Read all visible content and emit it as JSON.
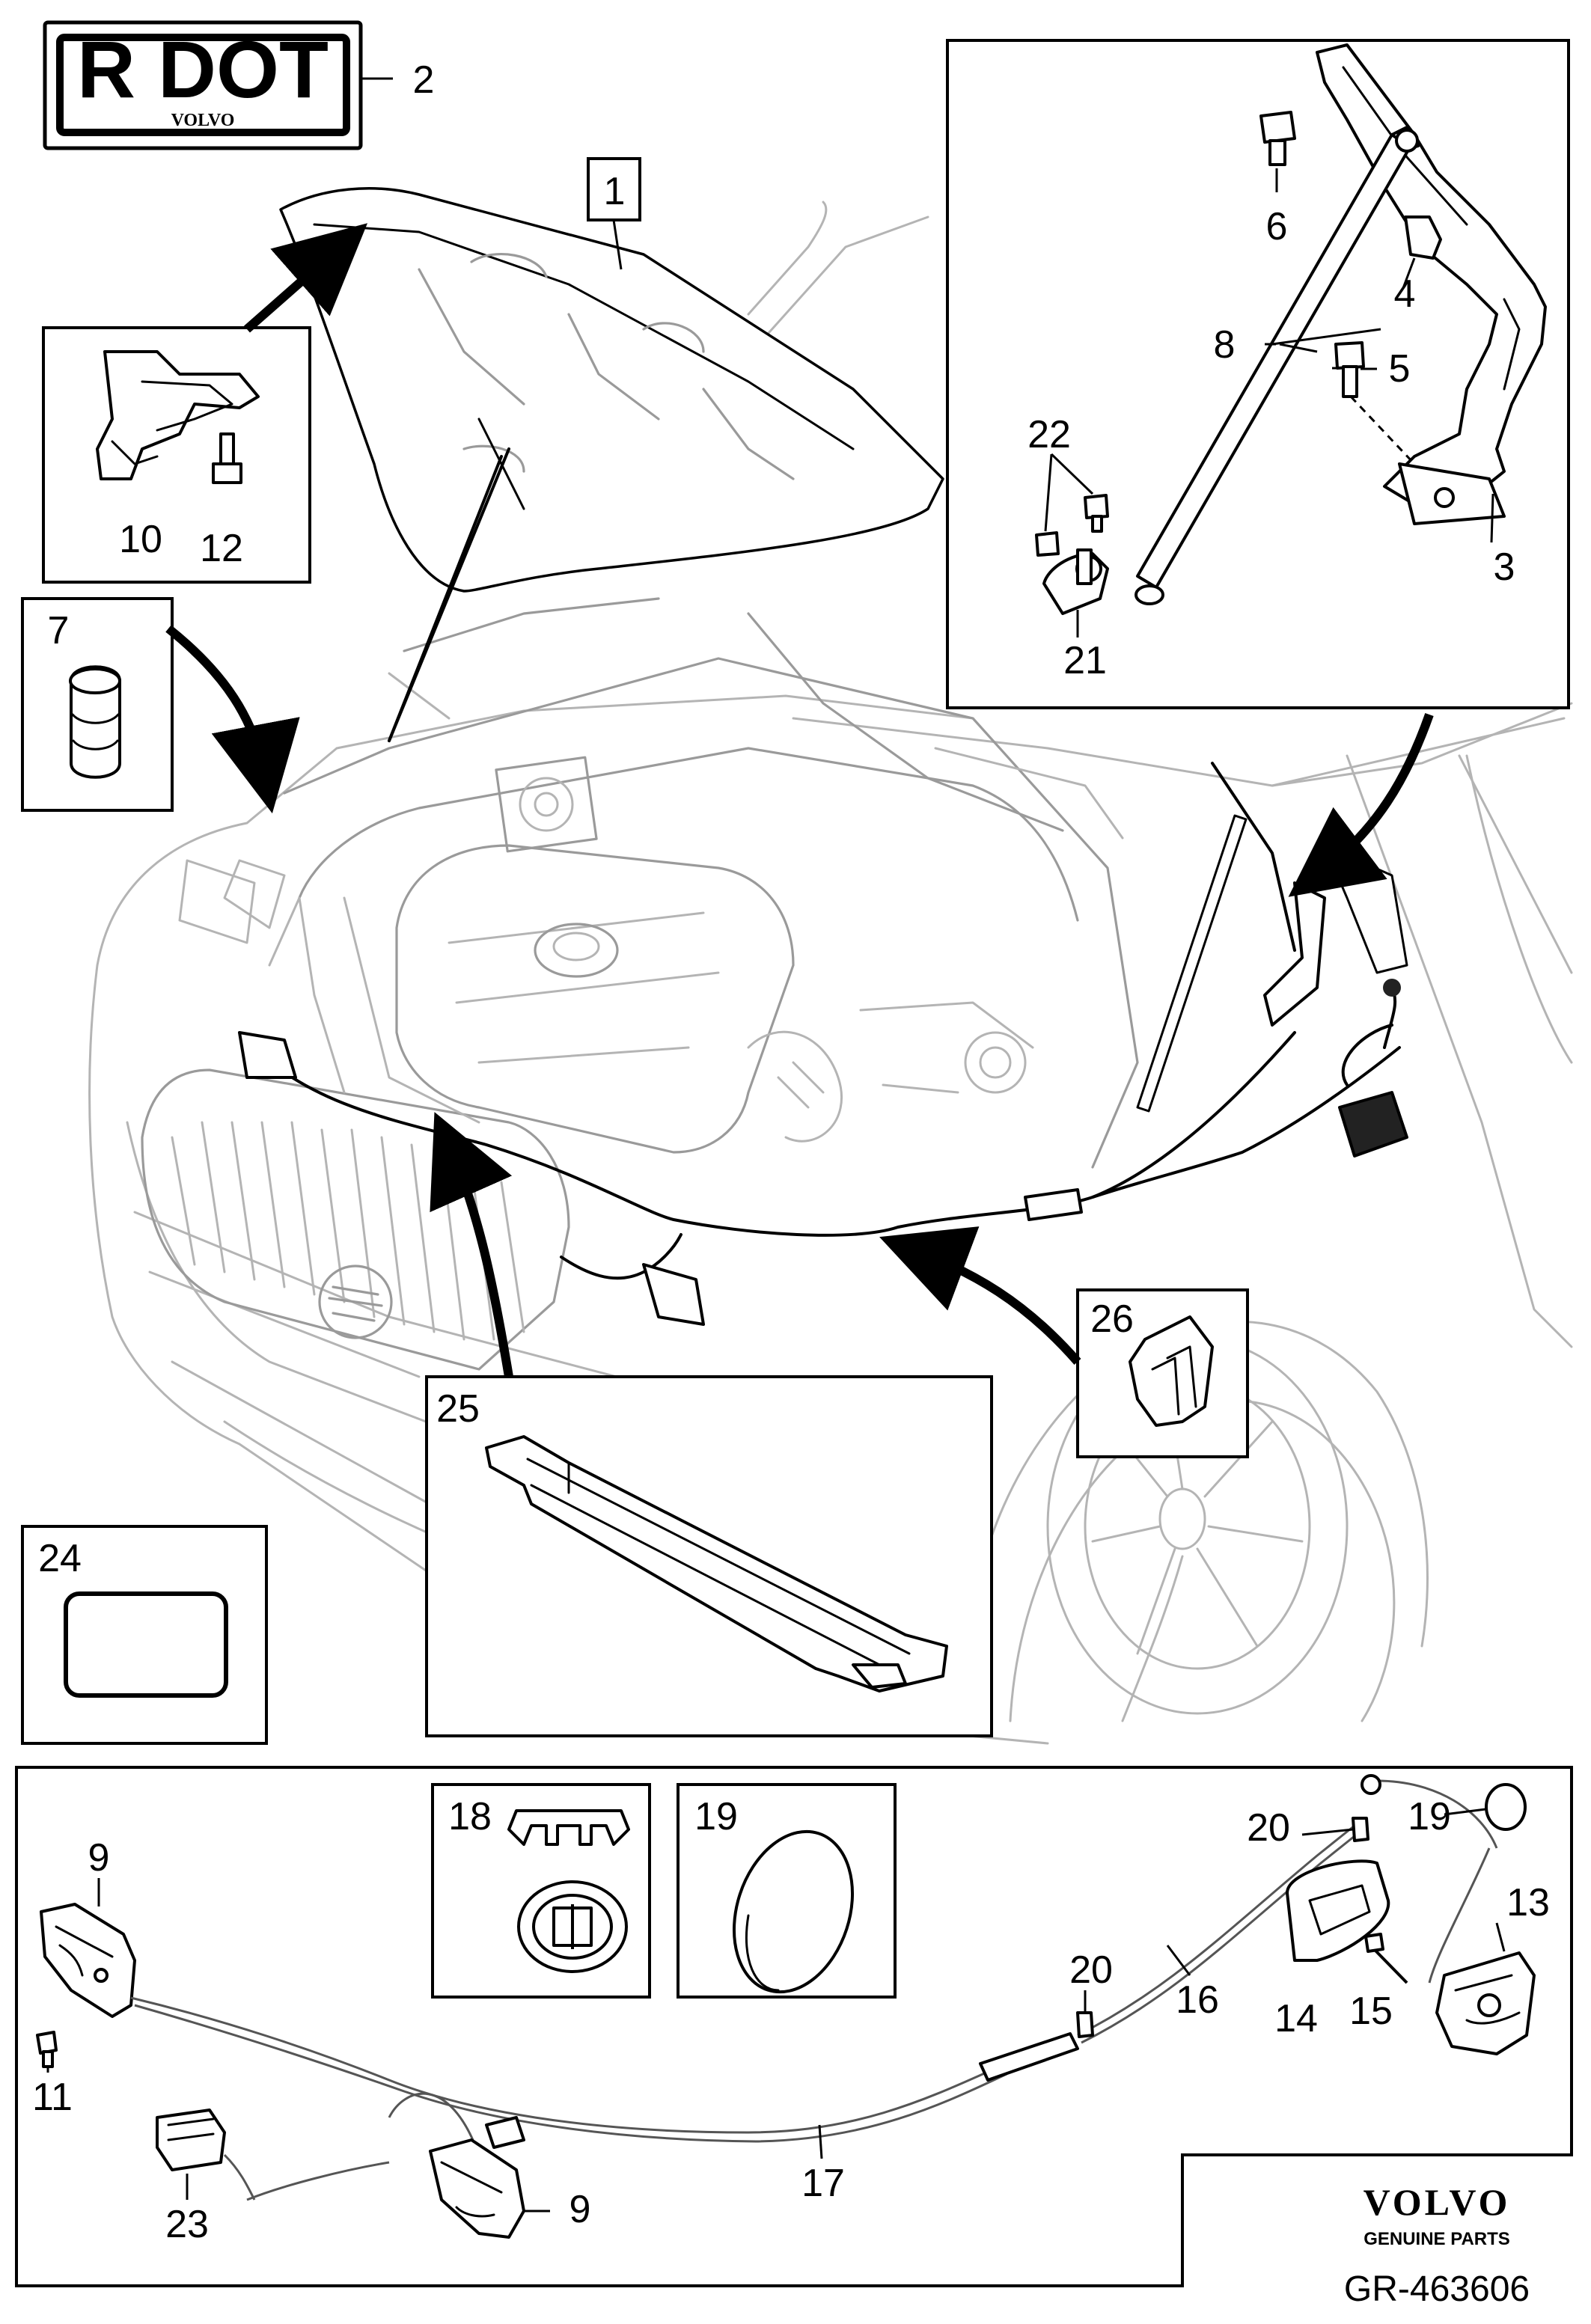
{
  "document": {
    "doc_number": "GR-463606",
    "brand": {
      "name": "VOLVO",
      "tagline": "GENUINE PARTS"
    },
    "rdot_label": {
      "main": "R DOT",
      "sub": "VOLVO"
    }
  },
  "callouts": [
    {
      "id": "c1",
      "text": "1"
    },
    {
      "id": "c2",
      "text": "2"
    },
    {
      "id": "c3",
      "text": "3"
    },
    {
      "id": "c4",
      "text": "4"
    },
    {
      "id": "c5",
      "text": "5"
    },
    {
      "id": "c6",
      "text": "6"
    },
    {
      "id": "c7",
      "text": "7"
    },
    {
      "id": "c8",
      "text": "8"
    },
    {
      "id": "c9a",
      "text": "9"
    },
    {
      "id": "c9b",
      "text": "9"
    },
    {
      "id": "c10",
      "text": "10"
    },
    {
      "id": "c11",
      "text": "11"
    },
    {
      "id": "c12",
      "text": "12"
    },
    {
      "id": "c13",
      "text": "13"
    },
    {
      "id": "c14",
      "text": "14"
    },
    {
      "id": "c15",
      "text": "15"
    },
    {
      "id": "c16",
      "text": "16"
    },
    {
      "id": "c17",
      "text": "17"
    },
    {
      "id": "c18",
      "text": "18"
    },
    {
      "id": "c19a",
      "text": "19"
    },
    {
      "id": "c19b",
      "text": "19"
    },
    {
      "id": "c20a",
      "text": "20"
    },
    {
      "id": "c20b",
      "text": "20"
    },
    {
      "id": "c21",
      "text": "21"
    },
    {
      "id": "c22",
      "text": "22"
    },
    {
      "id": "c23",
      "text": "23"
    },
    {
      "id": "c24",
      "text": "24"
    },
    {
      "id": "c25",
      "text": "25"
    },
    {
      "id": "c26",
      "text": "26"
    }
  ]
}
